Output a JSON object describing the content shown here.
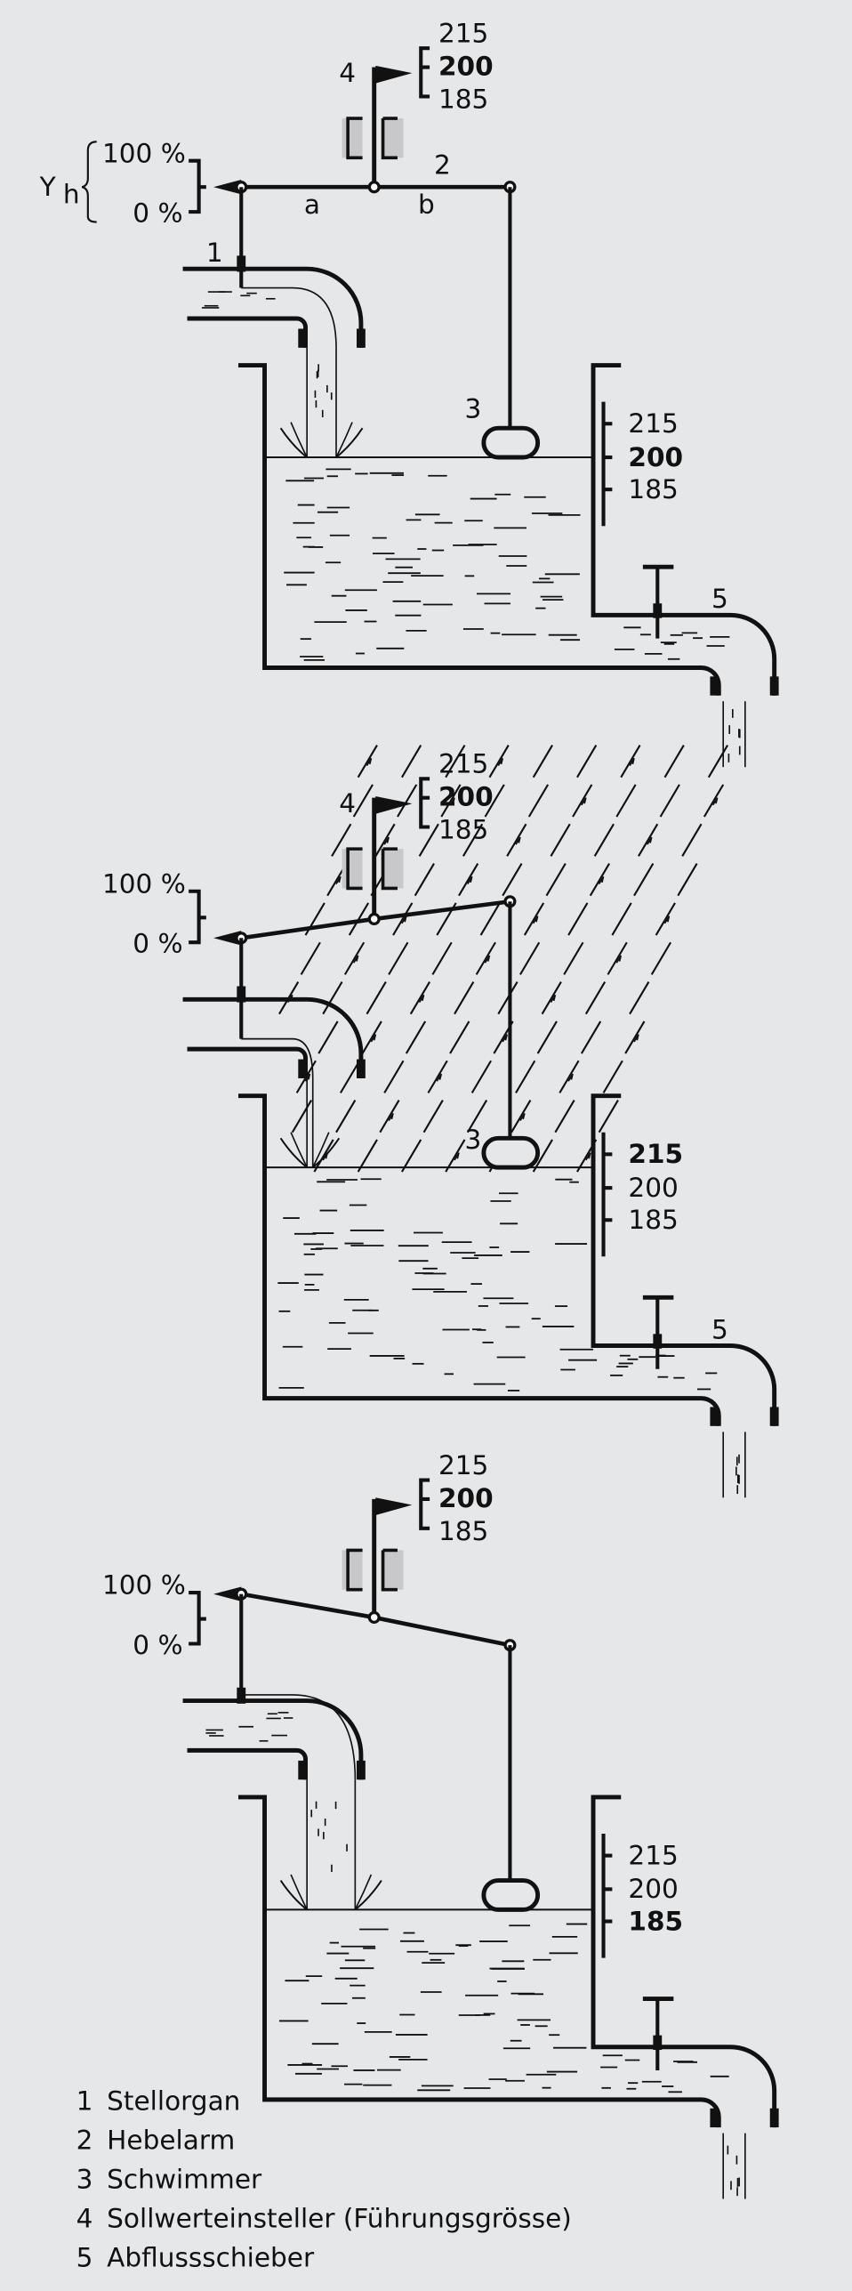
{
  "colors": {
    "background": "#e6e7e9",
    "ink": "#111111",
    "guide_fill": "#c8c8ca"
  },
  "labels": {
    "valve": "1",
    "lever": "2",
    "float": "3",
    "setpoint": "4",
    "drain": "5",
    "arm_a": "a",
    "arm_b": "b",
    "y": "Y",
    "h": "h",
    "pct100": "100 %",
    "pct0": "0 %"
  },
  "panels": [
    {
      "setpoint_scale": [
        "215",
        "200",
        "185"
      ],
      "setpoint_bold_index": 1,
      "level_scale": [
        "215",
        "200",
        "185"
      ],
      "level_bold_index": 1,
      "disturbance": "none"
    },
    {
      "setpoint_scale": [
        "215",
        "200",
        "185"
      ],
      "setpoint_bold_index": 1,
      "level_scale": [
        "215",
        "200",
        "185"
      ],
      "level_bold_index": 0,
      "disturbance": "rain"
    },
    {
      "setpoint_scale": [
        "215",
        "200",
        "185"
      ],
      "setpoint_bold_index": 1,
      "level_scale": [
        "215",
        "200",
        "185"
      ],
      "level_bold_index": 2,
      "disturbance": "none"
    }
  ],
  "legend": [
    {
      "num": "1",
      "label": "Stellorgan"
    },
    {
      "num": "2",
      "label": "Hebelarm"
    },
    {
      "num": "3",
      "label": "Schwimmer"
    },
    {
      "num": "4",
      "label": "Sollwerteinsteller (Führungsgrösse)"
    },
    {
      "num": "5",
      "label": "Abflussschieber"
    }
  ]
}
